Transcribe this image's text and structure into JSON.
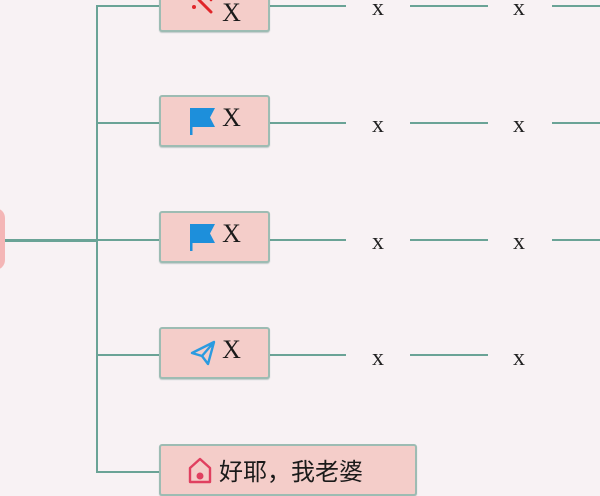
{
  "diagram": {
    "branches": [
      {
        "icon": "magic-wand-icon",
        "label": "X",
        "children": [
          "x",
          "x"
        ]
      },
      {
        "icon": "flag-icon",
        "label": "X",
        "children": [
          "x",
          "x"
        ]
      },
      {
        "icon": "flag-icon",
        "label": "X",
        "children": [
          "x",
          "x"
        ]
      },
      {
        "icon": "paper-plane-icon",
        "label": "X",
        "children": [
          "x",
          "x"
        ]
      },
      {
        "icon": "home-icon",
        "label": "好耶，我老婆",
        "children": []
      }
    ]
  },
  "colors": {
    "background": "#f8f2f4",
    "connector": "#6aa396",
    "node_fill": "#f4cdc9",
    "node_border": "#9dbcb3",
    "root_fill": "#f4b6b6",
    "flag": "#1d8fdb",
    "plane": "#2b9be0",
    "wand": "#e0262a",
    "home": "#e04060"
  }
}
